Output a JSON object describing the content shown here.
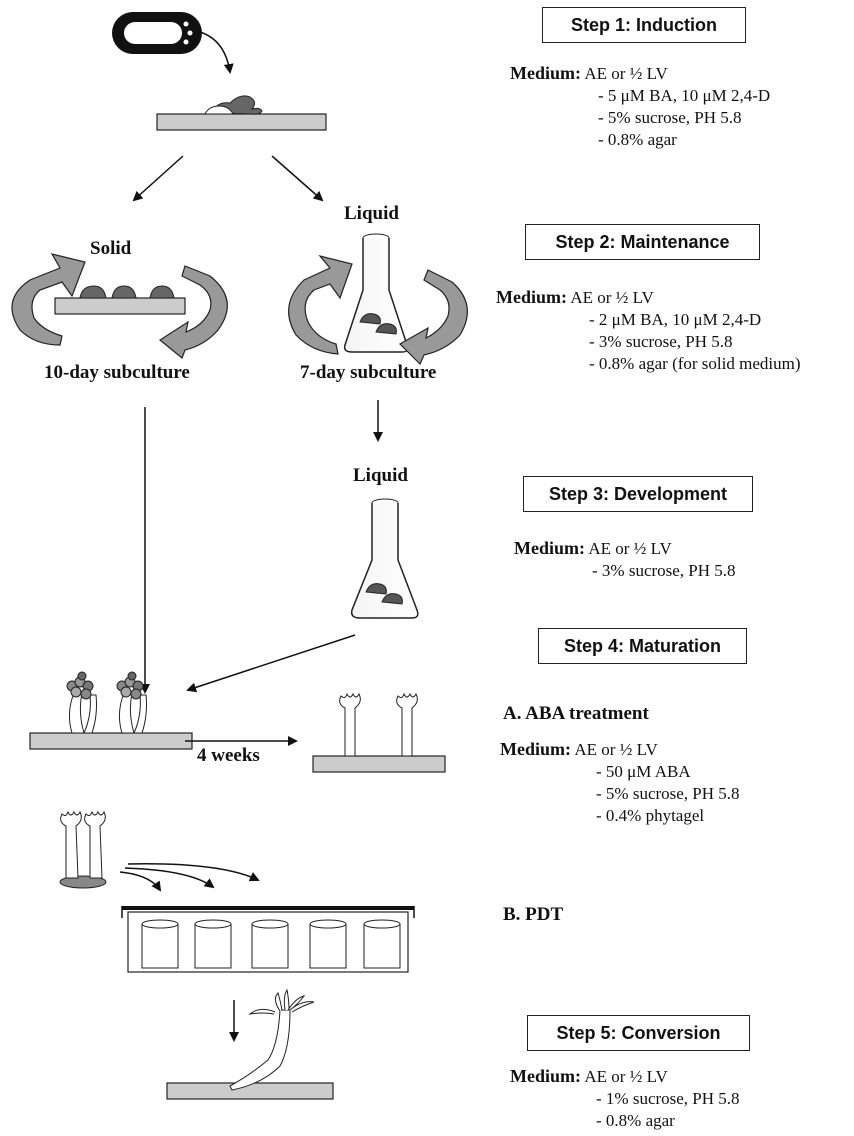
{
  "steps": {
    "step1": "Step 1: Induction",
    "step2": "Step 2: Maintenance",
    "step3": "Step 3: Development",
    "step4": "Step 4: Maturation",
    "step5": "Step 5: Conversion"
  },
  "labels": {
    "solid": "Solid",
    "liquid_top": "Liquid",
    "liquid_mid": "Liquid",
    "subculture_solid": "10-day subculture",
    "subculture_liquid": "7-day subculture",
    "weeks": "4 weeks",
    "aba_treatment": "A.  ABA treatment",
    "pdt": "B.  PDT"
  },
  "media": {
    "medium_label": "Medium:",
    "induction": {
      "base": "AE or ½ LV",
      "items": [
        "- 5 μM BA, 10 μM 2,4-D",
        "- 5% sucrose, PH 5.8",
        "- 0.8% agar"
      ]
    },
    "maintenance": {
      "base": "AE or ½ LV",
      "items": [
        "- 2 μM BA, 10 μM 2,4-D",
        "- 3% sucrose, PH 5.8",
        "- 0.8% agar (for solid medium)"
      ]
    },
    "development": {
      "base": "AE or ½ LV",
      "items": [
        "- 3% sucrose, PH 5.8"
      ]
    },
    "maturation": {
      "base": "AE or ½ LV",
      "items": [
        "- 50 μM ABA",
        "- 5% sucrose, PH 5.8",
        "- 0.4% phytagel"
      ]
    },
    "conversion": {
      "base": "AE or ½ LV",
      "items": [
        "- 1% sucrose, PH 5.8",
        "- 0.8% agar"
      ]
    }
  }
}
